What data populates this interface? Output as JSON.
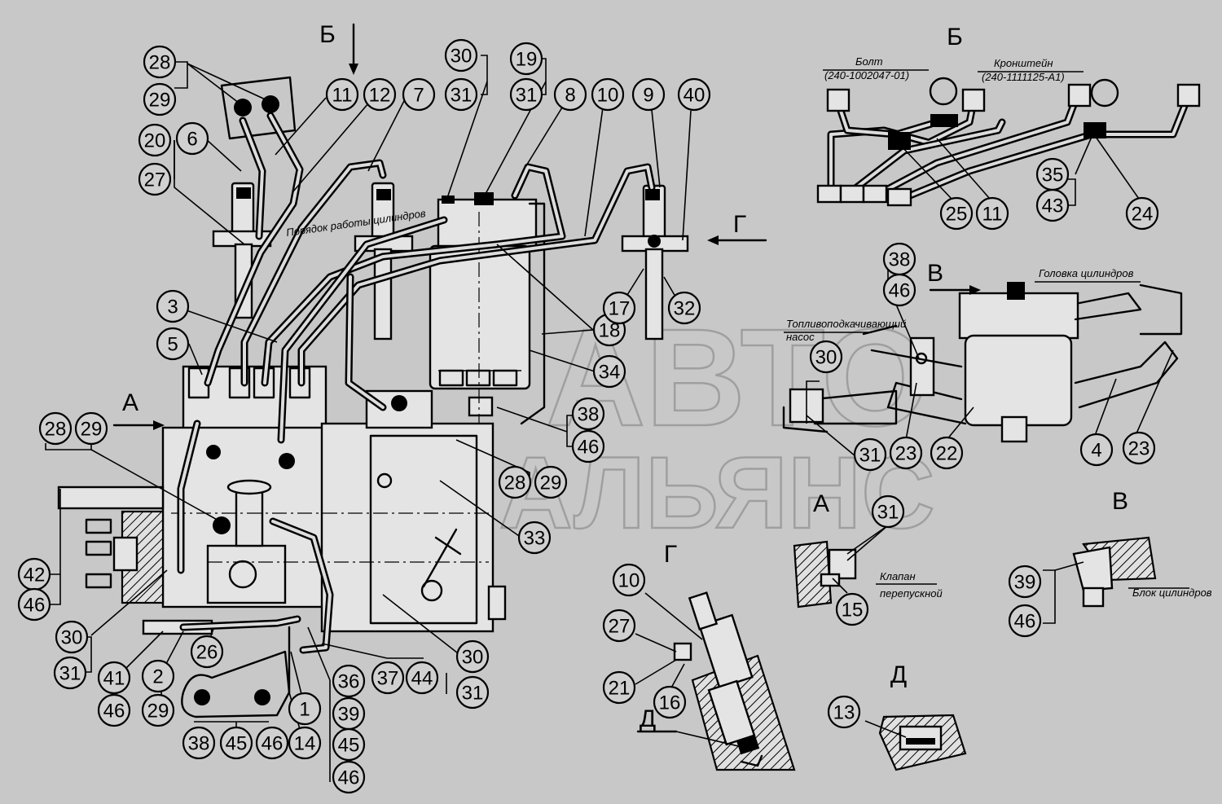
{
  "view_labels": {
    "b_arrow": "Б",
    "b_view": "Б",
    "v_arrow": "В",
    "v_view": "В",
    "g_arrow": "Г",
    "g_view": "Г",
    "a_arrow": "А",
    "a_view": "А",
    "d_mark": "Д",
    "d_view": "Д"
  },
  "notes": {
    "bolt": "Болт",
    "bolt_code": "(240-1002047-01)",
    "bracket": "Кронштейн",
    "bracket_code": "(240-1111125-А1)",
    "head": "Головка цилиндров",
    "pump": "Топливоподкачивающий",
    "pump2": "насос",
    "valve": "Клапан",
    "valve2": "перепускной",
    "block": "Блок цилиндров",
    "cyl_order": "Порядок работы цилиндров"
  },
  "watermark": {
    "line1": "АВТО",
    "line2": "АЛЬЯНС"
  },
  "callouts": [
    {
      "n": "28"
    },
    {
      "n": "29"
    },
    {
      "n": "20"
    },
    {
      "n": "27"
    },
    {
      "n": "6"
    },
    {
      "n": "11"
    },
    {
      "n": "12"
    },
    {
      "n": "7"
    },
    {
      "n": "30"
    },
    {
      "n": "31"
    },
    {
      "n": "19"
    },
    {
      "n": "31"
    },
    {
      "n": "8"
    },
    {
      "n": "10"
    },
    {
      "n": "9"
    },
    {
      "n": "40"
    },
    {
      "n": "3"
    },
    {
      "n": "5"
    },
    {
      "n": "18"
    },
    {
      "n": "34"
    },
    {
      "n": "17"
    },
    {
      "n": "32"
    },
    {
      "n": "38"
    },
    {
      "n": "46"
    },
    {
      "n": "28"
    },
    {
      "n": "29"
    },
    {
      "n": "28"
    },
    {
      "n": "29"
    },
    {
      "n": "33"
    },
    {
      "n": "42"
    },
    {
      "n": "46"
    },
    {
      "n": "30"
    },
    {
      "n": "31"
    },
    {
      "n": "41"
    },
    {
      "n": "46"
    },
    {
      "n": "2"
    },
    {
      "n": "29"
    },
    {
      "n": "26"
    },
    {
      "n": "38"
    },
    {
      "n": "45"
    },
    {
      "n": "46"
    },
    {
      "n": "14"
    },
    {
      "n": "1"
    },
    {
      "n": "36"
    },
    {
      "n": "39"
    },
    {
      "n": "45"
    },
    {
      "n": "46"
    },
    {
      "n": "37"
    },
    {
      "n": "44"
    },
    {
      "n": "30"
    },
    {
      "n": "31"
    },
    {
      "n": "35"
    },
    {
      "n": "43"
    },
    {
      "n": "24"
    },
    {
      "n": "25"
    },
    {
      "n": "11"
    },
    {
      "n": "38"
    },
    {
      "n": "46"
    },
    {
      "n": "30"
    },
    {
      "n": "31"
    },
    {
      "n": "23"
    },
    {
      "n": "22"
    },
    {
      "n": "4"
    },
    {
      "n": "23"
    },
    {
      "n": "31"
    },
    {
      "n": "15"
    },
    {
      "n": "39"
    },
    {
      "n": "46"
    },
    {
      "n": "10"
    },
    {
      "n": "27"
    },
    {
      "n": "21"
    },
    {
      "n": "16"
    },
    {
      "n": "13"
    }
  ]
}
